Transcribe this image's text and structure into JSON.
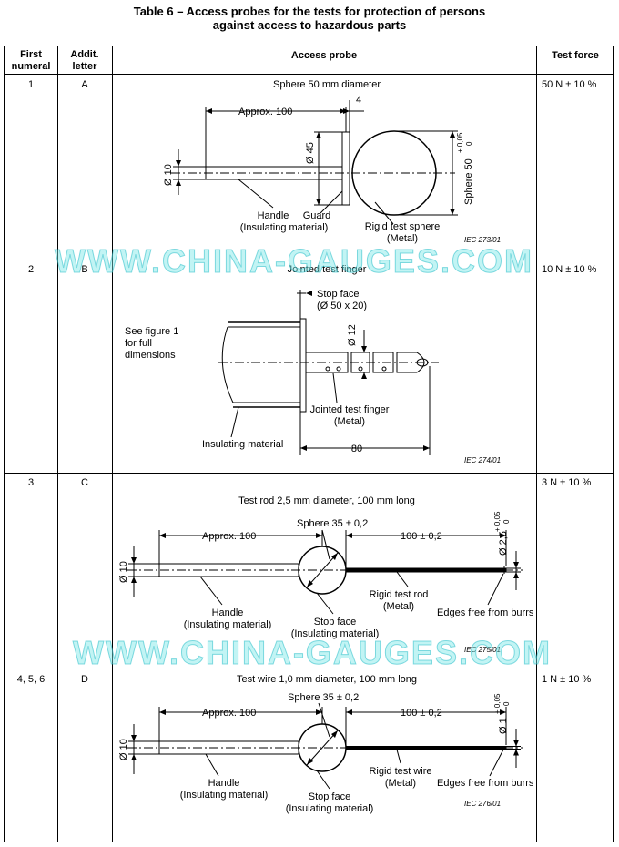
{
  "title": {
    "line1": "Table 6 – Access probes for the tests for protection of persons",
    "line2": "against access to hazardous parts"
  },
  "headers": {
    "first_numeral": [
      "First",
      "numeral"
    ],
    "addit_letter": [
      "Addit.",
      "letter"
    ],
    "access_probe": "Access probe",
    "test_force": "Test force"
  },
  "rows": [
    {
      "numeral": "1",
      "letter": "A",
      "caption": "Sphere 50 mm diameter",
      "force": "50 N ± 10 %",
      "labels": {
        "approx": "Approx. 100",
        "gap": "4",
        "dia_handle": "Ø 10",
        "dia_guard": "Ø 45",
        "sphere_dim": "Sphere 50",
        "tol_plus": "+ 0,05",
        "tol_zero": "0",
        "handle": "Handle",
        "insulating": "(Insulating material)",
        "guard": "Guard",
        "rigid_sphere": "Rigid test sphere",
        "metal": "(Metal)",
        "iec": "IEC   273/01"
      }
    },
    {
      "numeral": "2",
      "letter": "B",
      "caption": "Jointed test finger",
      "force": "10 N ± 10 %",
      "labels": {
        "stop_face": "Stop face",
        "stop_face_dim": "(Ø 50 x 20)",
        "see_fig_1": "See figure 1",
        "see_fig_2": "for full",
        "see_fig_3": "dimensions",
        "dia_finger": "Ø 12",
        "jointed": "Jointed test finger",
        "metal": "(Metal)",
        "insulating": "Insulating material",
        "length": "80",
        "iec": "IEC   274/01"
      }
    },
    {
      "numeral": "3",
      "letter": "C",
      "caption": "Test rod 2,5 mm diameter, 100 mm long",
      "force": "3 N ± 10 %",
      "labels": {
        "approx": "Approx. 100",
        "sphere": "Sphere 35 ± 0,2",
        "length": "100 ± 0,2",
        "dia_tip": "Ø 2,5",
        "tol_plus": "+ 0,05",
        "tol_zero": "0",
        "dia_handle": "Ø 10",
        "handle": "Handle",
        "insulating": "(Insulating material)",
        "stop_face": "Stop face",
        "stop_insulating": "(Insulating material)",
        "rigid": "Rigid test rod",
        "metal": "(Metal)",
        "edges": "Edges free from burrs",
        "iec": "IEC   275/01"
      }
    },
    {
      "numeral": "4, 5, 6",
      "letter": "D",
      "caption": "Test wire 1,0 mm diameter, 100 mm long",
      "force": "1 N ± 10 %",
      "labels": {
        "approx": "Approx. 100",
        "sphere": "Sphere 35 ± 0,2",
        "length": "100 ± 0,2",
        "dia_tip": "Ø 1",
        "tol_plus": "+ 0,05",
        "tol_zero": "0",
        "dia_handle": "Ø 10",
        "handle": "Handle",
        "insulating": "(Insulating material)",
        "stop_face": "Stop face",
        "stop_insulating": "(Insulating material)",
        "rigid": "Rigid test wire",
        "metal": "(Metal)",
        "edges": "Edges free from burrs",
        "iec": "IEC   276/01"
      }
    }
  ],
  "watermark": "WWW.CHINA-GAUGES.COM",
  "colors": {
    "watermark": "#6fe0e0"
  }
}
